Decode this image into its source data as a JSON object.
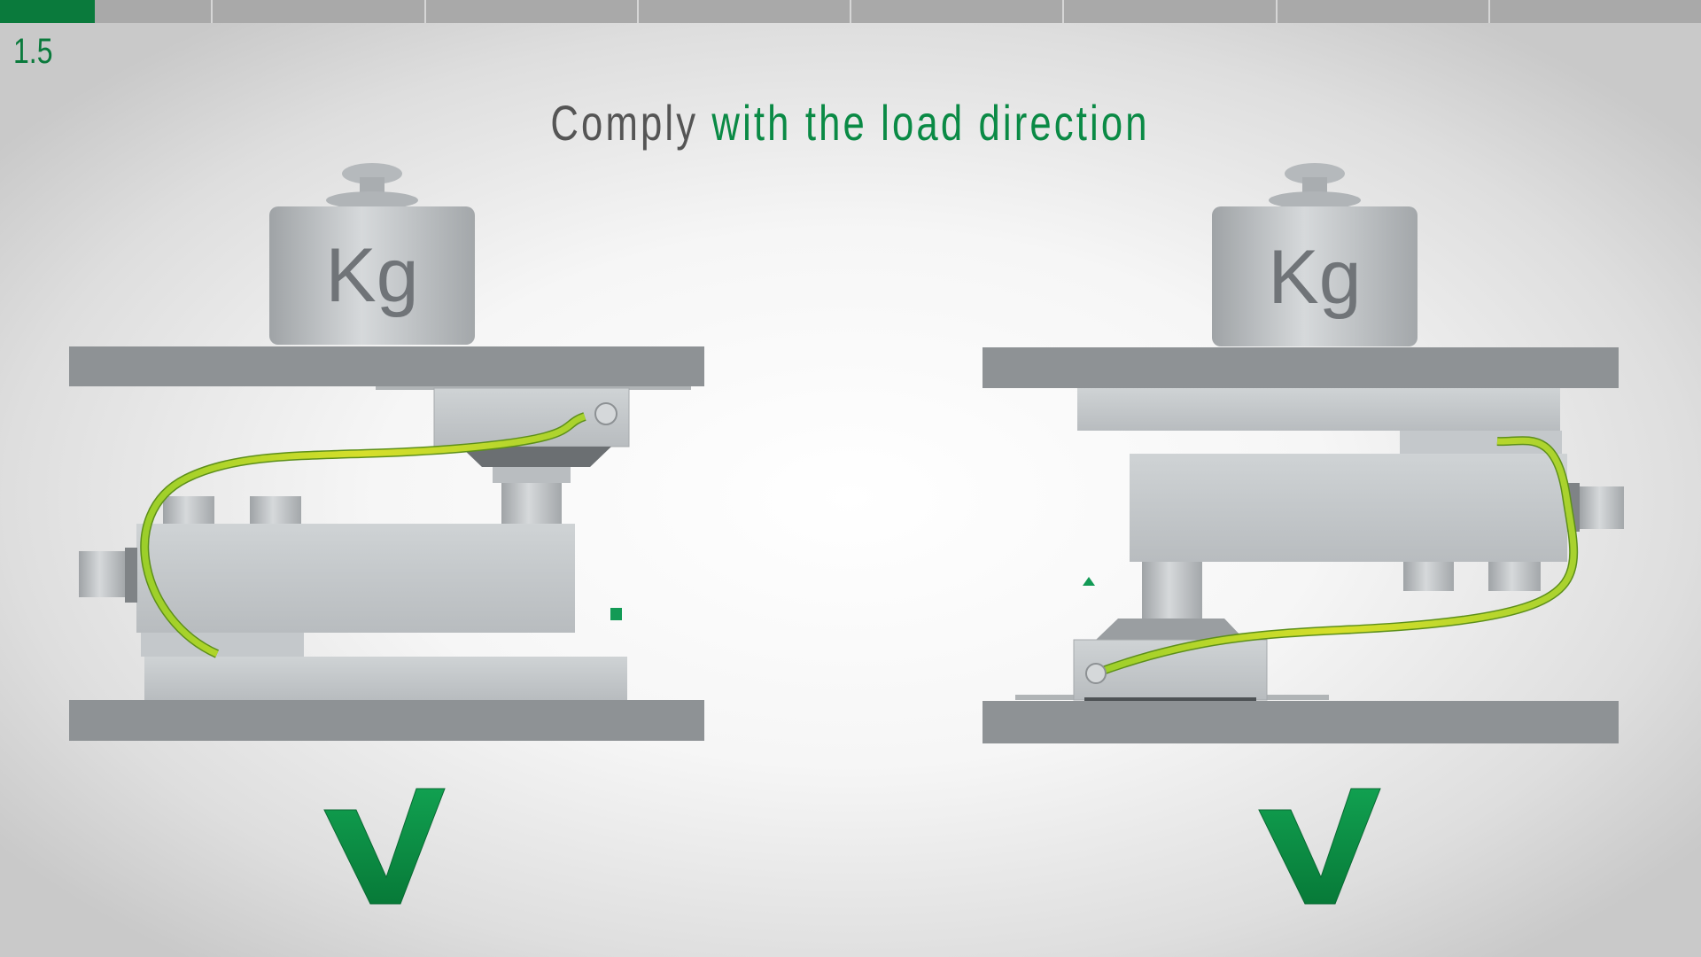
{
  "progress": {
    "segments": 8,
    "current_segment": 1,
    "current_fraction": 0.45
  },
  "chapter_number": "1.5",
  "title": {
    "part1": "Comply",
    "part2": "with the load direction"
  },
  "left_panel": {
    "weight_label": "Kg",
    "status": "correct",
    "check_icon": "checkmark-icon"
  },
  "right_panel": {
    "weight_label": "Kg",
    "status": "correct",
    "check_icon": "checkmark-icon"
  },
  "colors": {
    "accent": "#0a7a3c",
    "title_gray": "#555555",
    "plate": "#8e9295",
    "steel": "#c3c7ca"
  }
}
